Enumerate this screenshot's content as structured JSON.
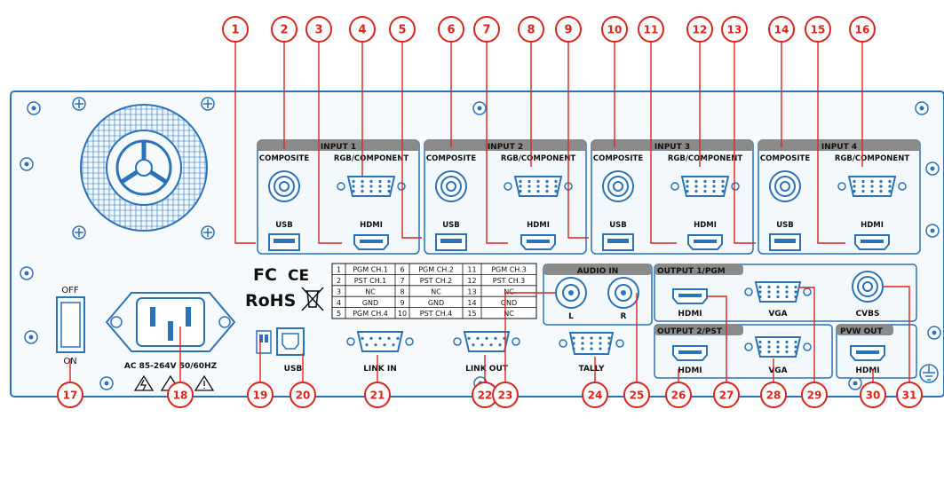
{
  "colors": {
    "outline": "#2a73b8",
    "panel_fill": "#f3f8fc",
    "badge": "#d9261c",
    "header_fill": "#8a8a8a",
    "ink": "#111111"
  },
  "callouts": [
    "1",
    "2",
    "3",
    "4",
    "5",
    "6",
    "7",
    "8",
    "9",
    "10",
    "11",
    "12",
    "13",
    "14",
    "15",
    "16",
    "17",
    "18",
    "19",
    "20",
    "21",
    "22",
    "23",
    "24",
    "25",
    "26",
    "27",
    "28",
    "29",
    "30",
    "31"
  ],
  "inputs": [
    {
      "title": "INPUT 1",
      "composite": "COMPOSITE",
      "rgb": "RGB/COMPONENT",
      "usb": "USB",
      "hdmi": "HDMI"
    },
    {
      "title": "INPUT 2",
      "composite": "COMPOSITE",
      "rgb": "RGB/COMPONENT",
      "usb": "USB",
      "hdmi": "HDMI"
    },
    {
      "title": "INPUT 3",
      "composite": "COMPOSITE",
      "rgb": "RGB/COMPONENT",
      "usb": "USB",
      "hdmi": "HDMI"
    },
    {
      "title": "INPUT 4",
      "composite": "COMPOSITE",
      "rgb": "RGB/COMPONENT",
      "usb": "USB",
      "hdmi": "HDMI"
    }
  ],
  "tally_table": [
    [
      "1",
      "PGM CH.1",
      "6",
      "PGM CH.2",
      "11",
      "PGM CH.3"
    ],
    [
      "2",
      "PST CH.1",
      "7",
      "PST CH.2",
      "12",
      "PST CH.3"
    ],
    [
      "3",
      "NC",
      "8",
      "NC",
      "13",
      "NC"
    ],
    [
      "4",
      "GND",
      "9",
      "GND",
      "14",
      "GND"
    ],
    [
      "5",
      "PGM CH.4",
      "10",
      "PST CH.4",
      "15",
      "NC"
    ]
  ],
  "audio": {
    "title": "AUDIO IN",
    "left": "L",
    "right": "R"
  },
  "output1": {
    "title": "OUTPUT 1/PGM",
    "hdmi": "HDMI",
    "vga": "VGA",
    "cvbs": "CVBS"
  },
  "output2": {
    "title": "OUTPUT 2/PST",
    "hdmi": "HDMI",
    "vga": "VGA"
  },
  "pvw": {
    "title": "PVW OUT",
    "hdmi": "HDMI"
  },
  "labels": {
    "link_in": "LINK IN",
    "link_out": "LINK OUT",
    "tally": "TALLY",
    "usb": "USB",
    "power": "AC 85-264V 50/60HZ",
    "off": "OFF",
    "on": "ON",
    "fc": "FC",
    "ce": "CE",
    "rohs": "RoHS"
  }
}
